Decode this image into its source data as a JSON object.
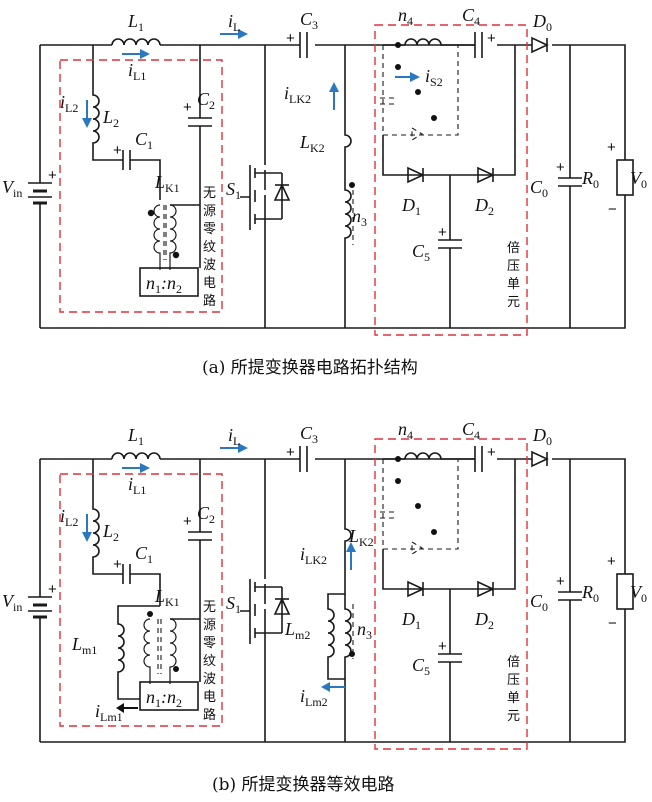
{
  "captions": {
    "a": "(a) 所提变换器电路拓扑结构",
    "b": "(b) 所提变换器等效电路"
  },
  "labels": {
    "L1": "L",
    "L1_sub": "1",
    "iL1": "i",
    "iL1_sub": "L1",
    "iL": "i",
    "iL_sub": "L",
    "C3": "C",
    "C3_sub": "3",
    "n4": "n",
    "n4_sub": "4",
    "C4": "C",
    "C4_sub": "4",
    "D0": "D",
    "D0_sub": "0",
    "iL2": "i",
    "iL2_sub": "L2",
    "L2": "L",
    "L2_sub": "2",
    "C2": "C",
    "C2_sub": "2",
    "C1": "C",
    "C1_sub": "1",
    "LK1": "L",
    "LK1_sub": "K1",
    "Vin": "V",
    "Vin_sub": "in",
    "S1": "S",
    "S1_sub": "1",
    "iLK2": "i",
    "iLK2_sub": "LK2",
    "LK2": "L",
    "LK2_sub": "K2",
    "n3": "n",
    "n3_sub": "3",
    "iS2": "i",
    "iS2_sub": "S2",
    "D1": "D",
    "D1_sub": "1",
    "D2": "D",
    "D2_sub": "2",
    "C5": "C",
    "C5_sub": "5",
    "C0": "C",
    "C0_sub": "0",
    "R0": "R",
    "R0_sub": "0",
    "V0": "V",
    "V0_sub": "0",
    "ratio": "n",
    "ratio_1": "1",
    "ratio_colon": ":",
    "ratio_n2": "n",
    "ratio_2": "2",
    "Lm1": "L",
    "Lm1_sub": "m1",
    "iLm1": "i",
    "iLm1_sub": "Lm1",
    "Lm2": "L",
    "Lm2_sub": "m2",
    "iLm2": "i",
    "iLm2_sub": "Lm2"
  },
  "passive_clamp_text": [
    "无",
    "源",
    "零",
    "纹",
    "波",
    "电",
    "路"
  ],
  "multiplier_text": [
    "倍",
    "压",
    "单",
    "元"
  ],
  "colors": {
    "arrow": "#2b78c0",
    "dashed_box": "#e0303a",
    "wire": "#1a1a1a"
  }
}
